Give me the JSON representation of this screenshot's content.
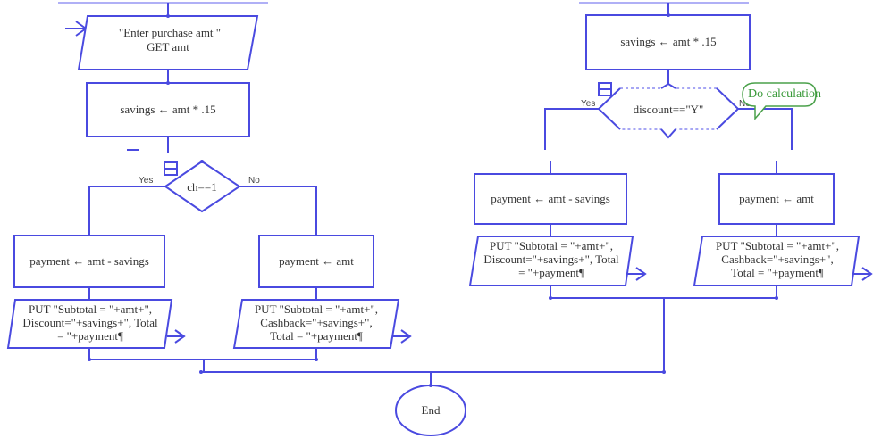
{
  "diagram": {
    "left": {
      "input": {
        "line1": "\"Enter purchase amt \"",
        "line2": "GET amt"
      },
      "savings": "savings ← amt * .15",
      "decision": "ch==1",
      "yes_label": "Yes",
      "no_label": "No",
      "yes_assign": "payment ← amt - savings",
      "no_assign": "payment ← amt",
      "yes_output": [
        "PUT \"Subtotal = \"+amt+\",",
        "Discount=\"+savings+\", Total",
        "= \"+payment¶"
      ],
      "no_output": [
        "PUT \"Subtotal = \"+amt+\",",
        "Cashback=\"+savings+\",",
        "Total = \"+payment¶"
      ]
    },
    "right": {
      "savings": "savings ← amt * .15",
      "decision": "discount==\"Y\"",
      "yes_label": "Yes",
      "no_label": "No",
      "comment": "Do calculation",
      "yes_assign": "payment ← amt - savings",
      "no_assign": "payment ← amt",
      "yes_output": [
        "PUT \"Subtotal = \"+amt+\",",
        "Discount=\"+savings+\", Total",
        "= \"+payment¶"
      ],
      "no_output": [
        "PUT \"Subtotal = \"+amt+\",",
        "Cashback=\"+savings+\",",
        "Total = \"+payment¶"
      ]
    },
    "end": "End"
  }
}
